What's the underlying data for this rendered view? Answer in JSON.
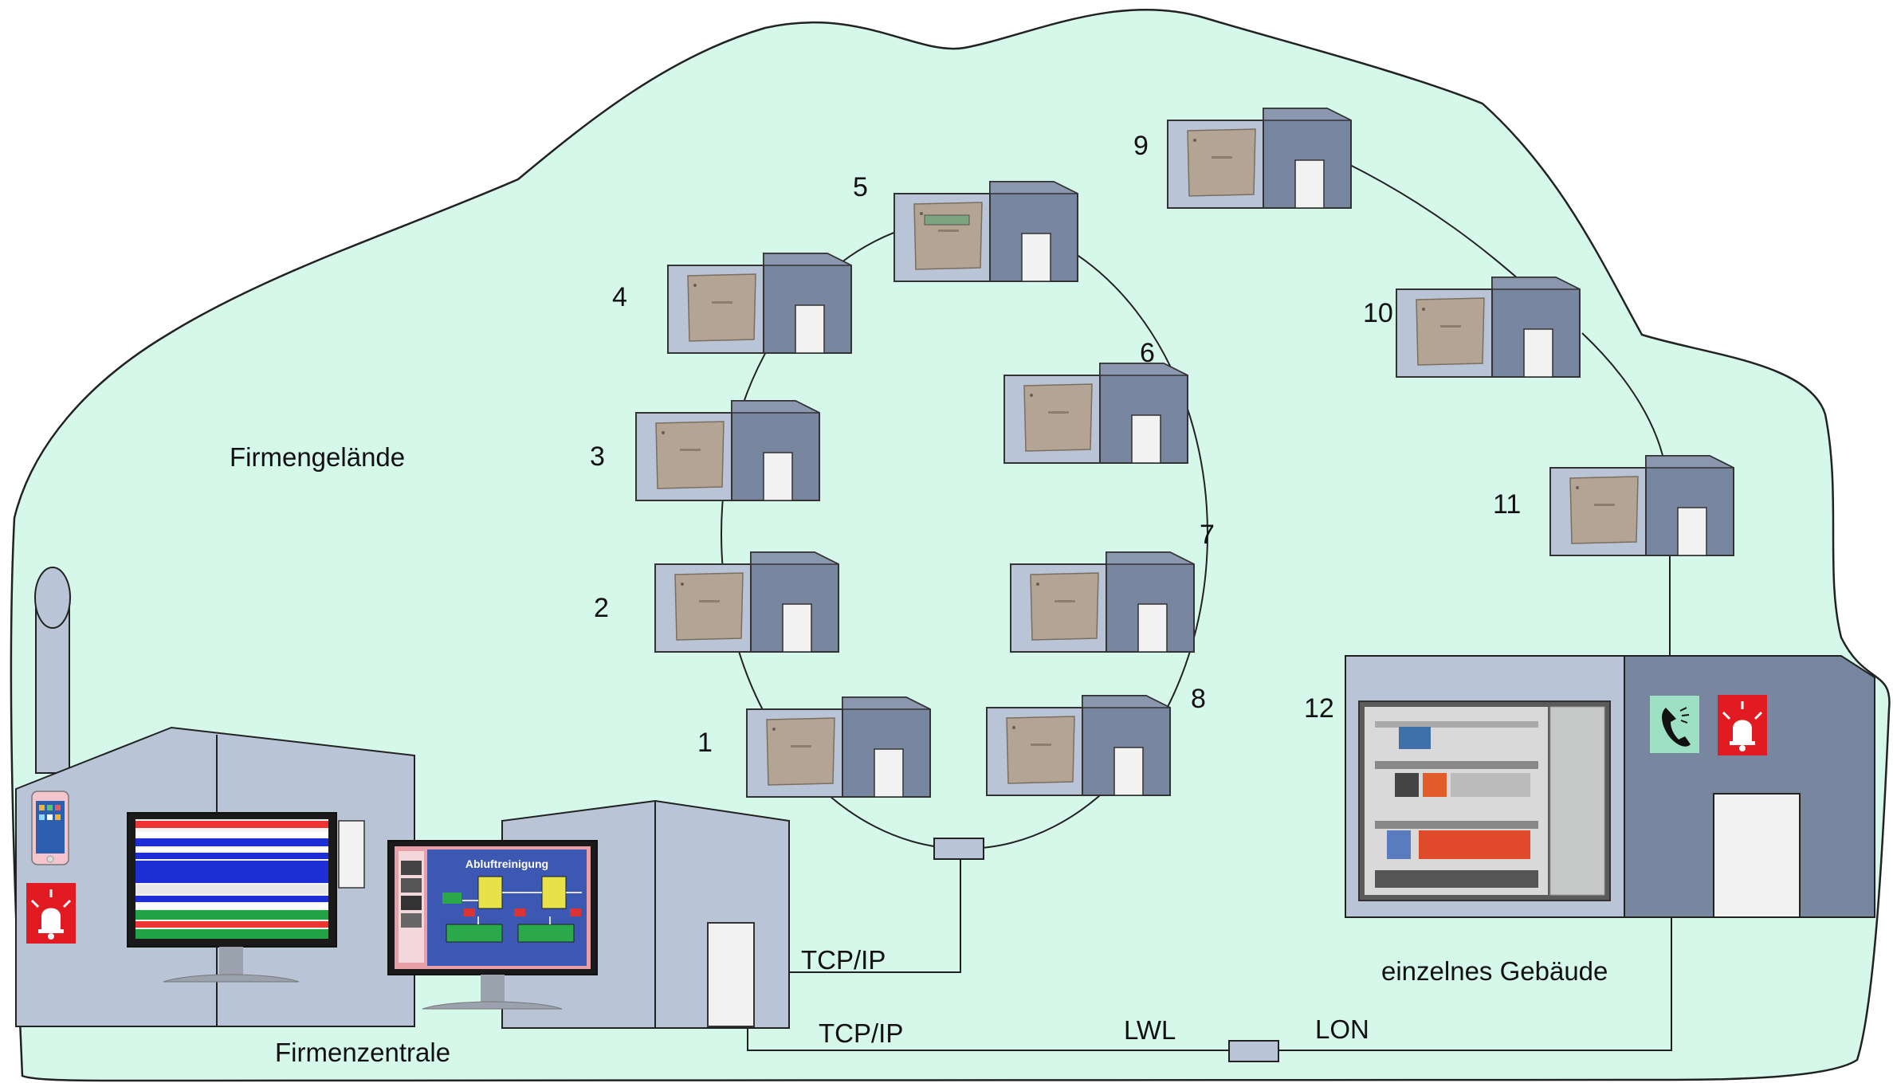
{
  "labels": {
    "site": "Firmengelände",
    "hq": "Firmenzentrale",
    "single_building": "einzelnes Gebäude",
    "link_tcpip_1": "TCP/IP",
    "link_tcpip_2": "TCP/IP",
    "link_lwl": "LWL",
    "link_lon": "LON",
    "scada_title": "Abluftreinigung"
  },
  "buildings": [
    {
      "num": "1"
    },
    {
      "num": "2"
    },
    {
      "num": "3"
    },
    {
      "num": "4"
    },
    {
      "num": "5"
    },
    {
      "num": "6"
    },
    {
      "num": "7"
    },
    {
      "num": "8"
    },
    {
      "num": "9"
    },
    {
      "num": "10"
    },
    {
      "num": "11"
    },
    {
      "num": "12"
    }
  ],
  "colors": {
    "site_fill": "#d6f8ea",
    "building_front": "#b9c4d6",
    "building_side": "#7886a0",
    "cabinet_panel": "#b3a493",
    "alarm_red": "#e21b23",
    "phone_green": "#9ee0c4"
  },
  "icons": [
    "smartphone-icon",
    "alarm-bell-icon",
    "phone-icon",
    "monitor-icon"
  ]
}
